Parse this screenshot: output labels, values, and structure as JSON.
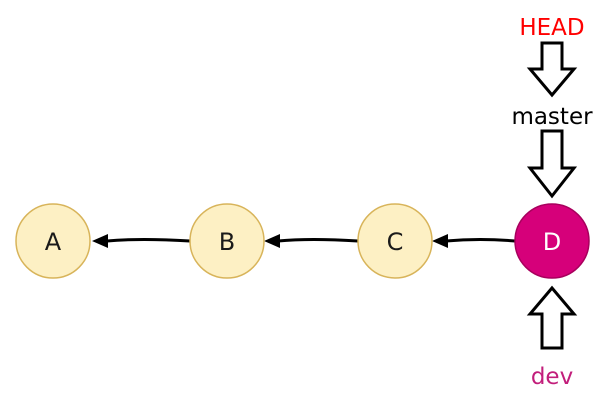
{
  "colors": {
    "commit_fill": "#fdf0c4",
    "commit_stroke": "#d8b45a",
    "head_commit_fill": "#d6007a",
    "head_commit_stroke": "#a8005d",
    "head_label": "#ff0000",
    "master_label": "#000000",
    "dev_label": "#c21e7b",
    "edge": "#000000"
  },
  "commits": [
    {
      "id": "A",
      "label": "A"
    },
    {
      "id": "B",
      "label": "B"
    },
    {
      "id": "C",
      "label": "C"
    },
    {
      "id": "D",
      "label": "D"
    }
  ],
  "edges": [
    {
      "from": "D",
      "to": "C"
    },
    {
      "from": "C",
      "to": "B"
    },
    {
      "from": "B",
      "to": "A"
    }
  ],
  "refs": {
    "head": "HEAD",
    "master": "master",
    "dev": "dev"
  },
  "pointers": [
    {
      "from": "HEAD",
      "to": "master"
    },
    {
      "from": "master",
      "to": "D"
    },
    {
      "from": "dev",
      "to": "D"
    }
  ]
}
